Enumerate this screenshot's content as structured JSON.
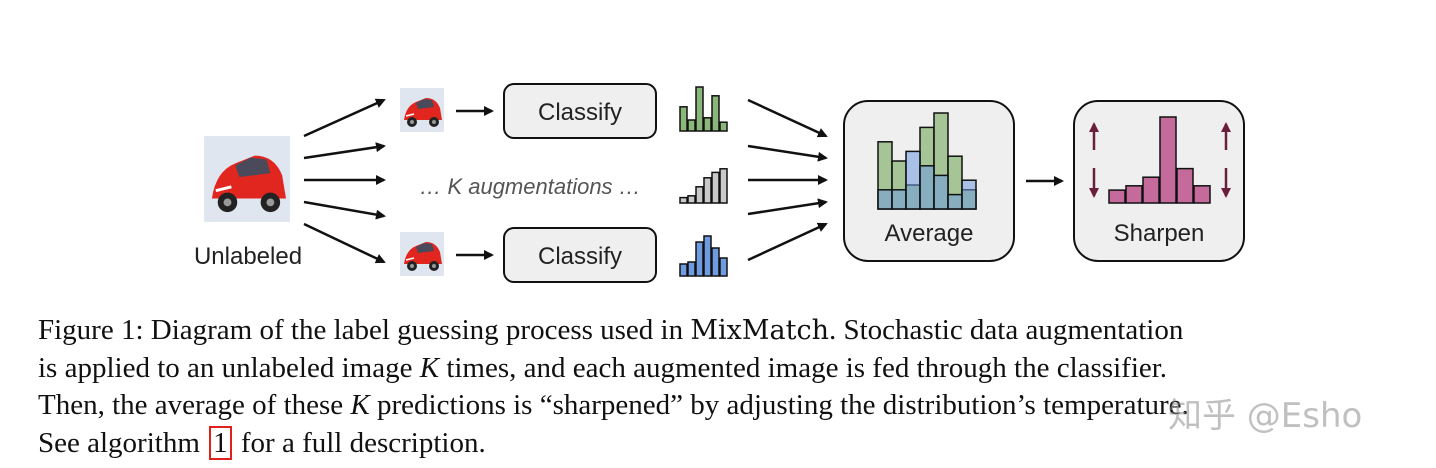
{
  "diagram": {
    "input_label": "Unlabeled",
    "classify_label_top": "Classify",
    "classify_label_bottom": "Classify",
    "augment_text": "… K augmentations …",
    "average_label": "Average",
    "sharpen_label": "Sharpen",
    "colors": {
      "green": "#8cb77a",
      "blue": "#6f9be0",
      "gray": "#c9c9c9",
      "pink": "#c46b9c",
      "arrow_dark": "#6a1f3c",
      "box_fill": "#efefef",
      "car_red": "#e0261e"
    },
    "histograms": {
      "top_green": [
        0.55,
        0.25,
        1.0,
        0.3,
        0.8,
        0.2
      ],
      "middle_gray": [
        0.15,
        0.2,
        0.45,
        0.7,
        0.85,
        0.95
      ],
      "bottom_blue": [
        0.3,
        0.35,
        0.85,
        1.0,
        0.7,
        0.45
      ],
      "average_green": [
        0.7,
        0.5,
        0.25,
        0.85,
        1.0,
        0.55,
        0.2
      ],
      "average_blue": [
        0.2,
        0.2,
        0.6,
        0.45,
        0.35,
        0.15,
        0.3
      ],
      "sharpen": [
        0.15,
        0.2,
        0.3,
        1.0,
        0.4,
        0.2
      ]
    }
  },
  "caption": {
    "line1_a": "Figure 1: Diagram of the label guessing process used in ",
    "line1_mixmatch": "MixMatch",
    "line1_b": ". Stochastic data augmentation",
    "line2_a": "is applied to an unlabeled image ",
    "line2_k": "K",
    "line2_b": " times, and each augmented image is fed through the classifier.",
    "line3_a": "Then, the average of these ",
    "line3_k": "K",
    "line3_b": " predictions is “sharpened” by adjusting the distribution’s temperature.",
    "line4_a": "See algorithm ",
    "line4_ref": "1",
    "line4_b": " for a full description."
  },
  "watermark": "知乎 @Esho"
}
